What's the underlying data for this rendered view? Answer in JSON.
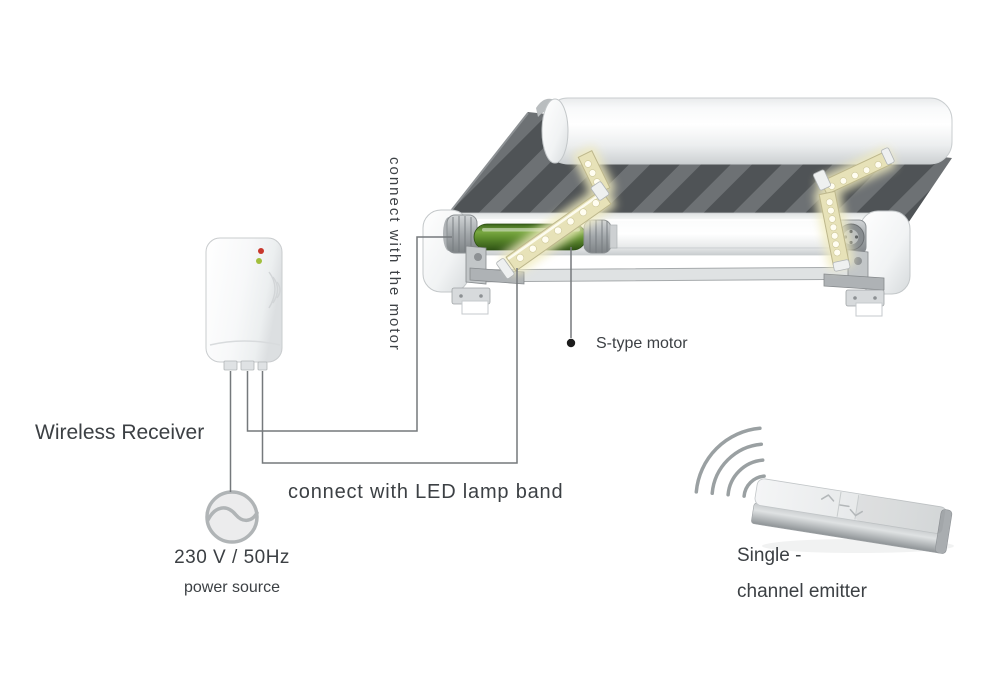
{
  "diagram": {
    "labels": {
      "wireless_receiver": "Wireless Receiver",
      "connect_with_motor": "connect with the motor",
      "connect_with_led": "connect with LED lamp band",
      "s_type_motor": "S-type motor",
      "voltage": "230 V / 50Hz",
      "power_source": "power source",
      "emitter_line1": "Single -",
      "emitter_line2": "channel emitter"
    },
    "colors": {
      "background": "#ffffff",
      "text": "#3c4044",
      "wire_line": "#75797c",
      "pointer_dot": "#1c1c1c",
      "motor_green": "#5d8c2c",
      "fabric_dark": "#4f5356",
      "fabric_light": "#6d7174",
      "led_strip": "#e7e2b8",
      "led_dot": "#fffdf0",
      "led_glow": "#f1ecc0",
      "indicator_red": "#c8372c",
      "indicator_green": "#a2bf3d",
      "signal_arc": "#9aa0a2"
    }
  }
}
